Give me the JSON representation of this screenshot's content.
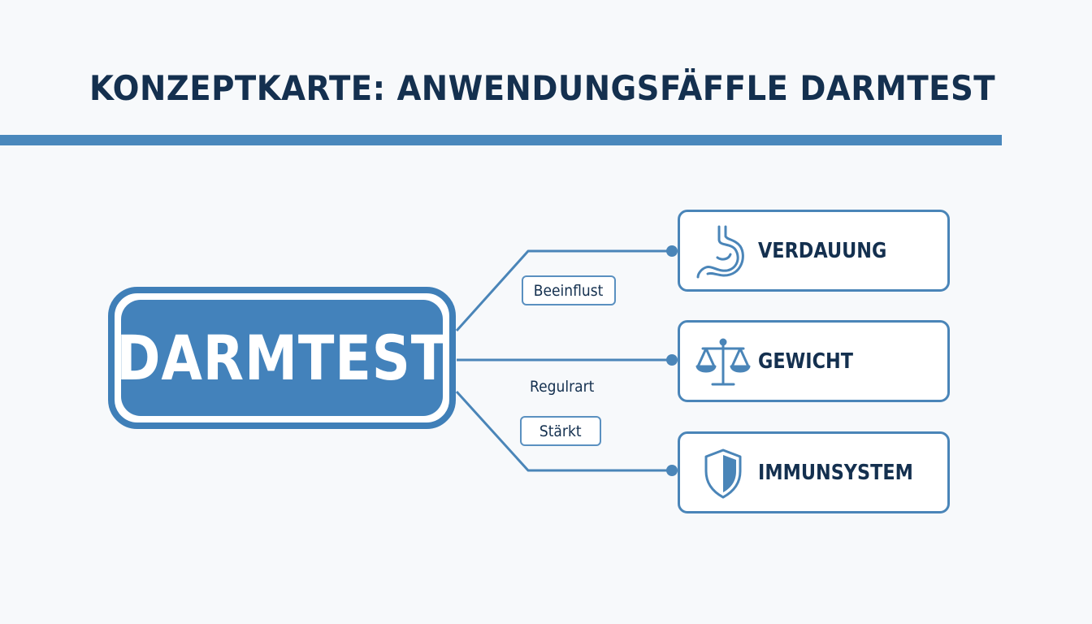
{
  "title": "KONZEPTKARTE: ANWENDUNGSFÄFFLE DARMTEST",
  "central_node": {
    "label": "DARMTEST"
  },
  "nodes": [
    {
      "label": "VERDAUUNG",
      "icon": "stomach-icon"
    },
    {
      "label": "GEWICHT",
      "icon": "balance-scale-icon"
    },
    {
      "label": "IMMUNSYSTEM",
      "icon": "shield-icon"
    }
  ],
  "edge_labels": [
    {
      "text": "Beeinflust",
      "style": "boxed"
    },
    {
      "text": "Regulrart",
      "style": "plain"
    },
    {
      "text": "Stärkt",
      "style": "boxed"
    }
  ],
  "colors": {
    "title_text": "#14304f",
    "accent_blue": "#4382bb",
    "line_blue": "#4a85b8",
    "background": "#f7f9fb"
  }
}
